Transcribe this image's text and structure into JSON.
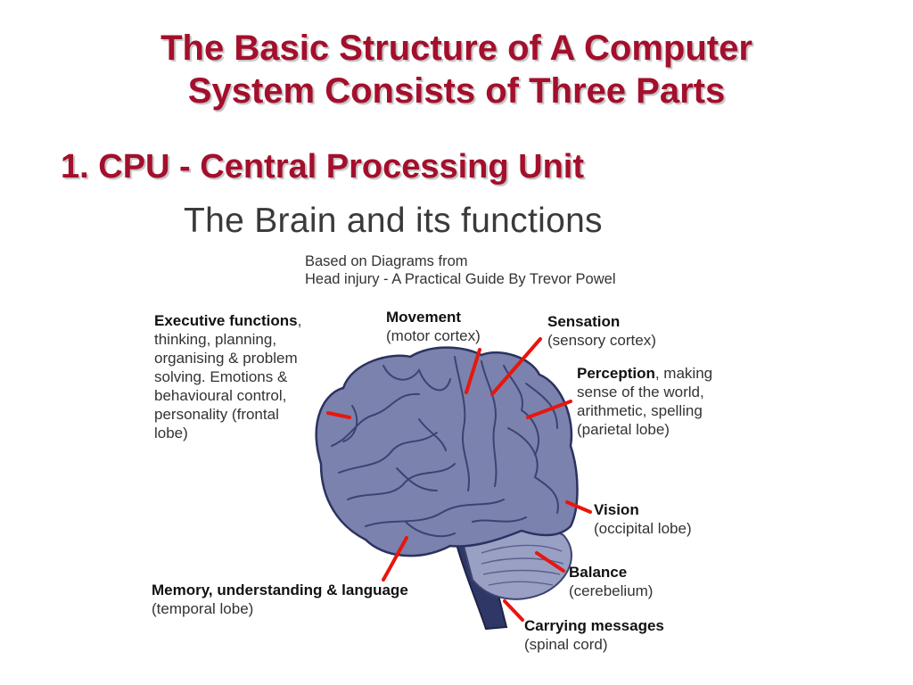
{
  "slide": {
    "title_line1": "The Basic Structure of A Computer",
    "title_line2": "System Consists of Three Parts",
    "subtitle": "1. CPU - Central Processing Unit"
  },
  "figure": {
    "title": "The Brain and its functions",
    "source_line1": "Based on Diagrams from",
    "source_line2": "Head injury - A Practical Guide By Trevor Powel"
  },
  "labels": {
    "executive": {
      "head": "Executive functions",
      "head_suffix": ",",
      "line2": "thinking, planning,",
      "line3": "organising & problem",
      "line4": "solving. Emotions &",
      "line5": "behavioural control,",
      "line6": "personality (frontal",
      "line7": "lobe)"
    },
    "movement": {
      "head": "Movement",
      "detail": "(motor cortex)"
    },
    "sensation": {
      "head": "Sensation",
      "detail": "(sensory cortex)"
    },
    "perception": {
      "head": "Perception",
      "head_suffix": ", making",
      "line2": "sense of the world,",
      "line3": "arithmetic, spelling",
      "line4": "(parietal lobe)"
    },
    "vision": {
      "head": "Vision",
      "detail": "(occipital lobe)"
    },
    "balance": {
      "head": "Balance",
      "detail": "(cerebelium)"
    },
    "memory": {
      "head": "Memory, understanding & language",
      "detail": "(temporal lobe)"
    },
    "carrying": {
      "head": "Carrying messages",
      "detail": "(spinal cord)"
    }
  },
  "colors": {
    "title": "#a30f2c",
    "brain": "#7b82ad",
    "brain_fold": "#3c4370",
    "cerebellum": "#9aa0c4",
    "pointer": "#e8160e"
  }
}
